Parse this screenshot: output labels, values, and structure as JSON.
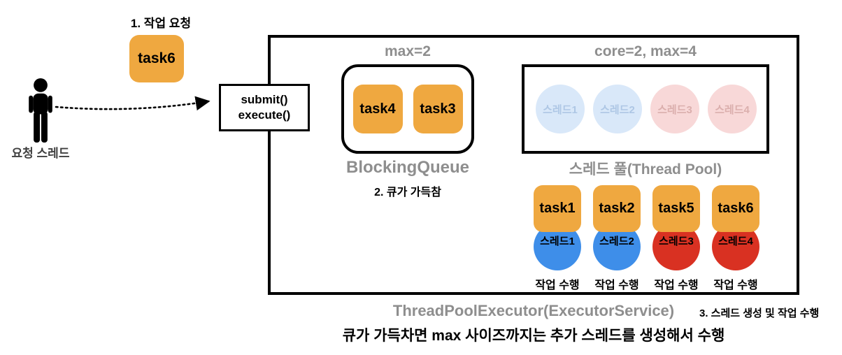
{
  "labels": {
    "step1": "1. 작업 요청",
    "requester": "요청 스레드",
    "submit": "submit()",
    "execute": "execute()",
    "queue_max": "max=2",
    "queue_title": "BlockingQueue",
    "step2": "2. 큐가 가득참",
    "pool_config": "core=2, max=4",
    "pool_title": "스레드 풀(Thread Pool)",
    "executor_title": "ThreadPoolExecutor(ExecutorService)",
    "step3": "3. 스레드 생성 및 작업 수행",
    "caption": "큐가 가득차면 max 사이즈까지는 추가 스레드를 생성해서 수행"
  },
  "incoming_task": "task6",
  "queue_tasks": [
    "task4",
    "task3"
  ],
  "idle_threads": [
    {
      "label": "스레드1",
      "kind": "core"
    },
    {
      "label": "스레드2",
      "kind": "core"
    },
    {
      "label": "스레드3",
      "kind": "max"
    },
    {
      "label": "스레드4",
      "kind": "max"
    }
  ],
  "running": [
    {
      "task": "task1",
      "thread": "스레드1",
      "kind": "core",
      "status": "작업 수행"
    },
    {
      "task": "task2",
      "thread": "스레드2",
      "kind": "core",
      "status": "작업 수행"
    },
    {
      "task": "task5",
      "thread": "스레드3",
      "kind": "max",
      "status": "작업 수행"
    },
    {
      "task": "task6",
      "thread": "스레드4",
      "kind": "max",
      "status": "작업 수행"
    }
  ],
  "colors": {
    "task": "#efa840",
    "core_thread": "#3e8ee9",
    "max_thread": "#d93122",
    "idle_core_bg": "#d9e8f9",
    "idle_core_text": "#aec7e5",
    "idle_max_bg": "#f8d8d8",
    "idle_max_text": "#dbafad",
    "muted_label": "#8e8e8e",
    "border": "#000000"
  }
}
